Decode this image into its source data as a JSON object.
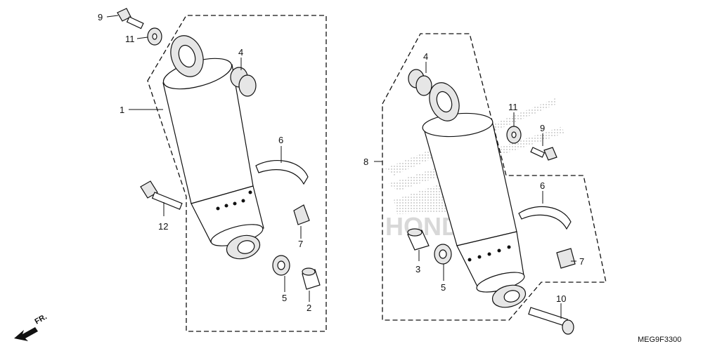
{
  "diagram": {
    "code": "MEG9F3300",
    "direction_label": "FR.",
    "watermark": "HONDA",
    "left_assembly": {
      "callouts": [
        {
          "id": "c9",
          "label": "9"
        },
        {
          "id": "c11",
          "label": "11"
        },
        {
          "id": "c4",
          "label": "4"
        },
        {
          "id": "c1",
          "label": "1"
        },
        {
          "id": "c6",
          "label": "6"
        },
        {
          "id": "c12",
          "label": "12"
        },
        {
          "id": "c7",
          "label": "7"
        },
        {
          "id": "c5",
          "label": "5"
        },
        {
          "id": "c2",
          "label": "2"
        }
      ]
    },
    "right_assembly": {
      "callouts": [
        {
          "id": "c4",
          "label": "4"
        },
        {
          "id": "c8",
          "label": "8"
        },
        {
          "id": "c11",
          "label": "11"
        },
        {
          "id": "c9",
          "label": "9"
        },
        {
          "id": "c6",
          "label": "6"
        },
        {
          "id": "c3",
          "label": "3"
        },
        {
          "id": "c5",
          "label": "5"
        },
        {
          "id": "c7",
          "label": "7"
        },
        {
          "id": "c10",
          "label": "10"
        }
      ]
    }
  }
}
